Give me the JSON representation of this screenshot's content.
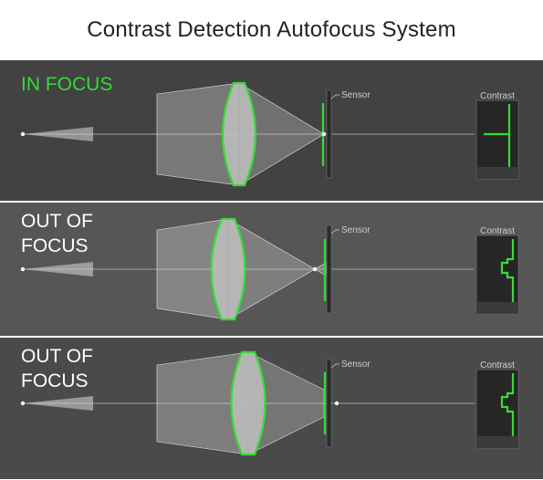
{
  "title": "Contrast Detection Autofocus System",
  "panels": [
    {
      "heading": "IN FOCUS",
      "heading_color": "#33dd33",
      "sensor_label": "Sensor",
      "contrast_label": "Contrast"
    },
    {
      "heading": "OUT OF\nFOCUS",
      "heading_color": "#ffffff",
      "sensor_label": "Sensor",
      "contrast_label": "Contrast"
    },
    {
      "heading": "OUT OF\nFOCUS",
      "heading_color": "#ffffff",
      "sensor_label": "Sensor",
      "contrast_label": "Contrast"
    }
  ],
  "colors": {
    "lens_outline": "#33dd33",
    "highlight": "#33dd33",
    "beam": "#dddddd"
  }
}
